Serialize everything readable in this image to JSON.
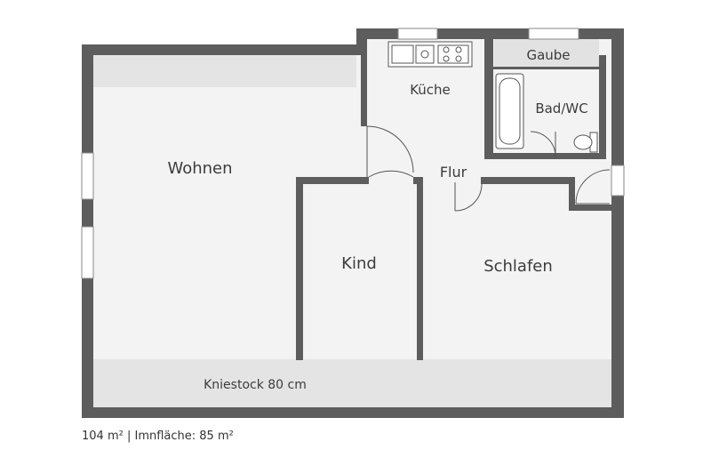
{
  "rooms": {
    "wohnen": "Wohnen",
    "kueche": "Küche",
    "gaube": "Gaube",
    "bad": "Bad/WC",
    "flur": "Flur",
    "kind": "Kind",
    "schlafen": "Schlafen",
    "kniestock": "Kniestock 80 cm"
  },
  "caption": {
    "area": "104 m²",
    "separator": "|",
    "usable": "Imnfläche: 85 m²"
  },
  "colors": {
    "wall": "#5c5c5c",
    "floor": "#f2f2f2",
    "slope": "#e3e3e3",
    "window": "#ffffff"
  }
}
